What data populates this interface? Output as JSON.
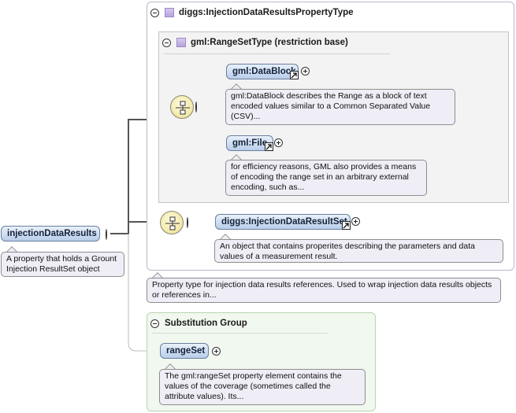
{
  "root_element": {
    "name": "injectionDataResults",
    "doc": "A property that holds a Grount Injection ResultSet object"
  },
  "property_type": {
    "title": "diggs:InjectionDataResultsPropertyType",
    "doc": "Property type for injection data results references. Used to wrap injection data results objects or references in..."
  },
  "range_set_type": {
    "title": "gml:RangeSetType (restriction base)",
    "elements": [
      {
        "name": "gml:DataBlock",
        "doc": "gml:DataBlock describes the Range as a block of text encoded values similar to a Common Separated Value (CSV)..."
      },
      {
        "name": "gml:File",
        "doc": "for efficiency reasons, GML also provides a means of encoding the range set in an arbitrary external encoding, such as..."
      }
    ]
  },
  "result_set": {
    "name": "diggs:InjectionDataResultSet",
    "doc": "An object that contains properites describing the parameters and data values of a measurement result."
  },
  "substitution_group": {
    "title": "Substitution Group",
    "name": "rangeSet",
    "doc": "The gml:rangeSet property element contains the values of the coverage (sometimes called the attribute values). Its..."
  },
  "icons": {
    "collapse": "minus-circle-icon",
    "expand": "plus-circle-icon",
    "reference": "reference-arrow-icon",
    "sequence": "sequence-compositor-icon",
    "complex_type": "complex-type-icon"
  },
  "colors": {
    "pill_top": "#e8f0fb",
    "pill_bottom": "#b9cde9",
    "note_yellow": "#fbf9df",
    "note_lavender": "#efedf5",
    "substitution_bg": "#f1f8ef",
    "type_icon": "#b7a3dc"
  }
}
